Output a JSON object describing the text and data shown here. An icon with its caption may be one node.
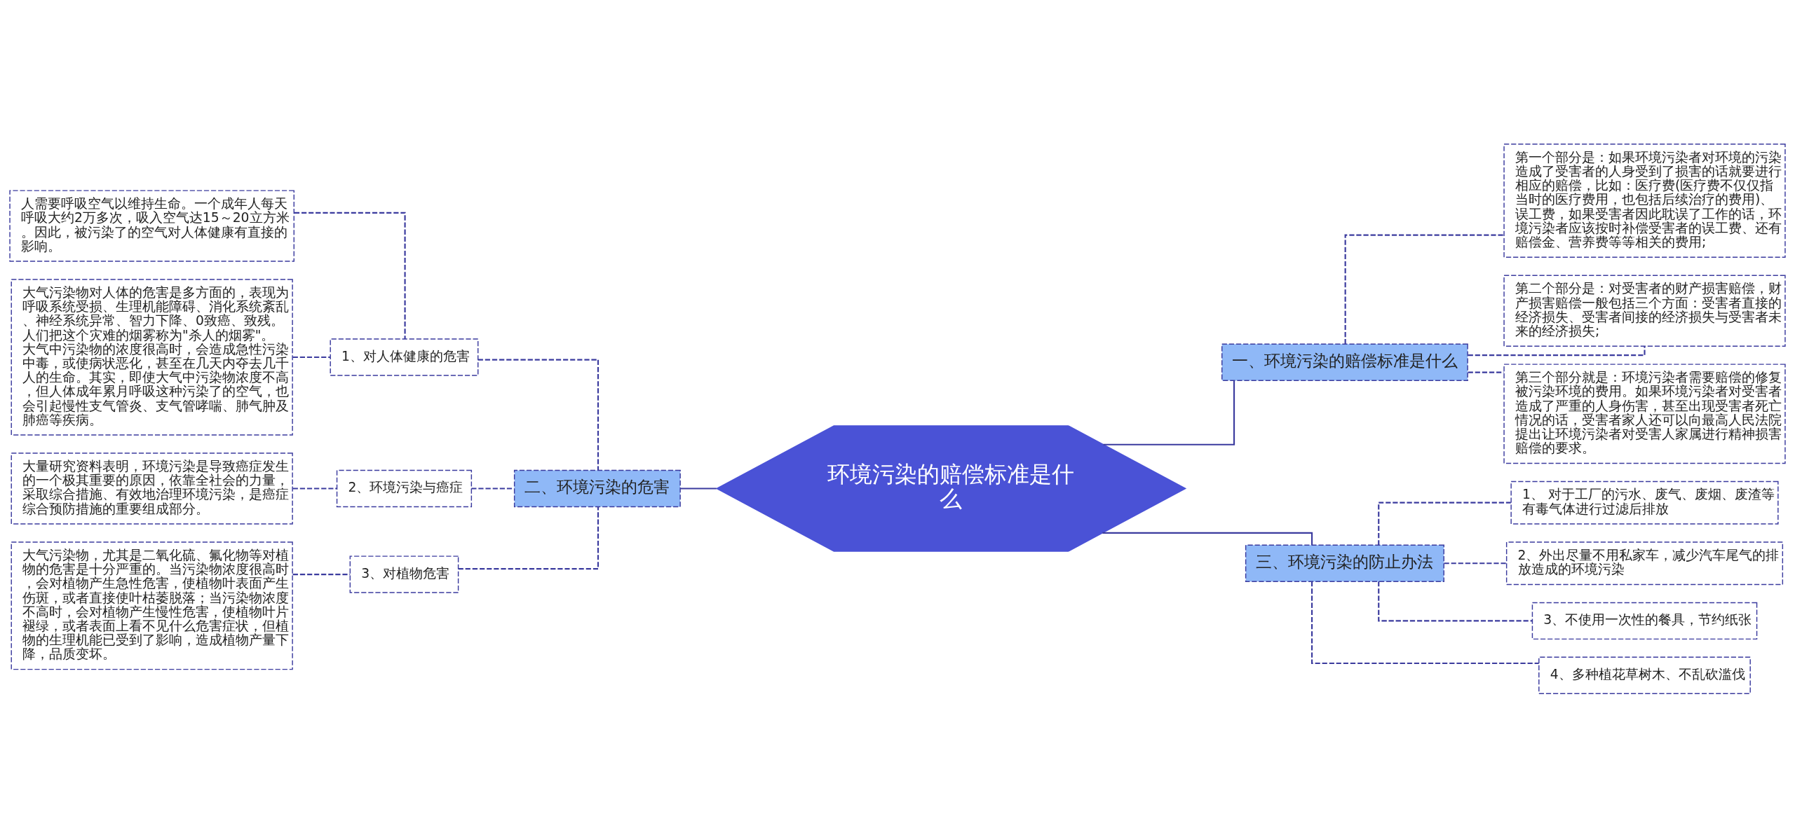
{
  "diagram": {
    "nodes": [
      {
        "text": [
          "环境污染的赔偿标准是什么"
        ]
      },
      {
        "text": [
          "一、环境污染的赔偿标准是什么"
        ]
      },
      {
        "text": [
          "第一个部分是：如果环境污染者对环境的污染造成了受害者的人身受到了损害的话就要进行相应的赔偿，比如：医疗费(医疗费不仅仅指当时的医疗费用，也包括后续治疗的费用)、误工费，如果受害者因此耽误了工作的话，环境污染者应该按时补偿受害者的误工费、还有赔偿金、营养费等等相关的费用;"
        ]
      },
      {
        "text": [
          "第二个部分是：对受害者的财产损害赔偿，财产损害赔偿一般包括三个方面：受害者直接的经济损失、受害者间接的经济损失与受害者未来的经济损失;"
        ]
      },
      {
        "text": [
          "第三个部分就是：环境污染者需要赔偿的修复被污染环境的费用。如果环境污染者对受害者造成了严重的人身伤害，甚至出现受害者死亡情况的话，受害者家人还可以向最高人民法院提出让环境污染者对受害人家属进行精神损害赔偿的要求。"
        ]
      },
      {
        "text": [
          "二、环境污染的危害"
        ]
      },
      {
        "text": [
          "1、对人体健康的危害"
        ]
      },
      {
        "text": [
          "人需要呼吸空气以维持生命。一个成年人每天呼吸大约2万多次，吸入空气达15～20立方米。因此，被污染了的空气对人体健康有直接的影响。"
        ]
      },
      {
        "text": [
          "大气污染物对人体的危害是多方面的，表现为呼吸系统受损、生理机能障碍、消化系统紊乱、神经系统异常、智力下降、0致癌、致残。人们把这个灾难的烟雾称为\"杀人的烟雾\"。大气中污染物的浓度很高时，会造成急性污染中毒，或使病状恶化，甚至在几天内夺去几千人的生命。其实，即使大气中污染物浓度不高，但人体成年累月呼吸这种污染了的空气，也会引起慢性支气管炎、支气管哮喘、肺气肿及肺癌等疾病。"
        ]
      },
      {
        "text": [
          "2、环境污染与癌症"
        ]
      },
      {
        "text": [
          "大量研究资料表明，环境污染是导致癌症发生的一个极其重要的原因，依靠全社会的力量，采取综合措施、有效地治理环境污染，是癌症综合预防措施的重要组成部分。"
        ]
      },
      {
        "text": [
          "3、对植物危害"
        ]
      },
      {
        "text": [
          "大气污染物，尤其是二氧化硫、氟化物等对植物的危害是十分严重的。当污染物浓度很高时，会对植物产生急性危害，使植物叶表面产生伤斑，或者直接使叶枯萎脱落；当污染物浓度不高时，会对植物产生慢性危害，使植物叶片褪绿，或者表面上看不见什么危害症状，但植物的生理机能已受到了影响，造成植物产量下降，品质变坏。"
        ]
      },
      {
        "text": [
          "三、环境污染的防止办法"
        ]
      },
      {
        "text": [
          "1、 对于工厂的污水、废气、废烟、废渣等有毒气体进行过滤后排放"
        ]
      },
      {
        "text": [
          "2、外出尽量不用私家车，减少汽车尾气的排放造成的环境污染"
        ]
      },
      {
        "text": [
          "3、不使用一次性的餐具，节约纸张"
        ]
      },
      {
        "text": [
          "4、多种植花草树木、不乱砍滥伐"
        ]
      }
    ],
    "edges": [
      {
        "from": 0,
        "to": 1,
        "arrow": "none"
      },
      {
        "from": 1,
        "to": 2,
        "arrow": "none",
        "style": "dashed"
      },
      {
        "from": 1,
        "to": 3,
        "arrow": "none",
        "style": "dashed"
      },
      {
        "from": 1,
        "to": 4,
        "arrow": "none",
        "style": "dashed"
      },
      {
        "from": 0,
        "to": 5,
        "arrow": "none"
      },
      {
        "from": 5,
        "to": 6,
        "arrow": "none",
        "style": "dashed"
      },
      {
        "from": 6,
        "to": 7,
        "arrow": "none",
        "style": "dashed"
      },
      {
        "from": 6,
        "to": 8,
        "arrow": "none",
        "style": "dashed"
      },
      {
        "from": 5,
        "to": 9,
        "arrow": "none",
        "style": "dashed"
      },
      {
        "from": 9,
        "to": 10,
        "arrow": "none",
        "style": "dashed"
      },
      {
        "from": 5,
        "to": 11,
        "arrow": "none",
        "style": "dashed"
      },
      {
        "from": 11,
        "to": 12,
        "arrow": "none",
        "style": "dashed"
      },
      {
        "from": 0,
        "to": 13,
        "arrow": "none"
      },
      {
        "from": 13,
        "to": 14,
        "arrow": "none",
        "style": "dashed"
      },
      {
        "from": 13,
        "to": 15,
        "arrow": "none",
        "style": "dashed"
      },
      {
        "from": 13,
        "to": 16,
        "arrow": "none",
        "style": "dashed"
      },
      {
        "from": 13,
        "to": 17,
        "arrow": "none",
        "style": "dashed"
      }
    ]
  }
}
